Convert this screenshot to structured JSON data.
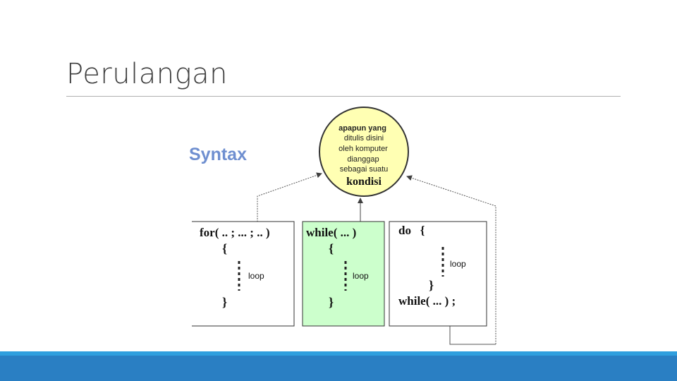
{
  "slide": {
    "title": "Perulangan"
  },
  "diagram": {
    "syntax_heading": "Syntax",
    "condition_bubble": {
      "lines": [
        "apapun yang",
        "ditulis disini",
        "oleh komputer",
        "dianggap",
        "sebagai suatu"
      ],
      "keyword": "kondisi"
    },
    "for_box": {
      "header": "for( .. ; ... ; .. )",
      "open_brace": "{",
      "loop_label": "loop",
      "close_brace": "}"
    },
    "while_box": {
      "header": "while( ... )",
      "open_brace": "{",
      "loop_label": "loop",
      "close_brace": "}"
    },
    "dowhile_box": {
      "header": "do   {",
      "loop_label": "loop",
      "close_brace": "}",
      "footer": "while( ... ) ;"
    },
    "colors": {
      "syntax_heading": "#6f8fd0",
      "bubble_fill": "#ffffb3",
      "while_fill": "#ccffcc",
      "footer": "#2a7fc3",
      "footer_accent": "#2f9fde"
    }
  }
}
